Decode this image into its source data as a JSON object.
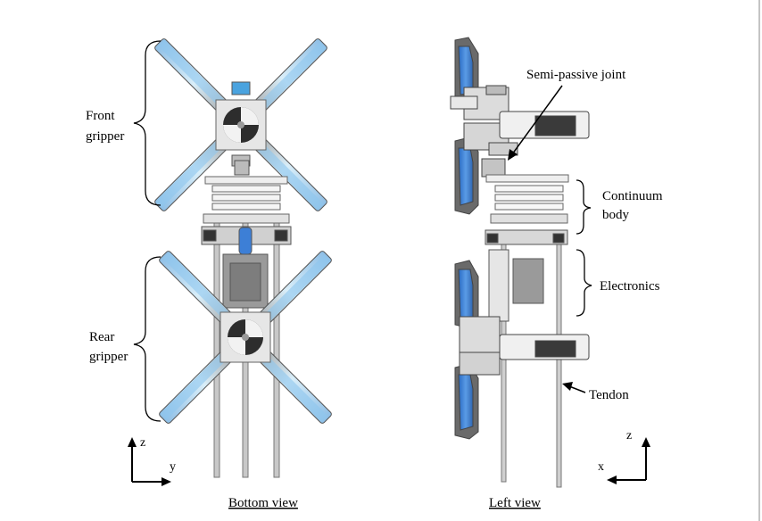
{
  "labels": {
    "front_gripper": [
      "Front",
      "gripper"
    ],
    "rear_gripper": [
      "Rear",
      "gripper"
    ],
    "semi_passive_joint": "Semi-passive joint",
    "continuum_body": [
      "Continuum",
      "body"
    ],
    "electronics": "Electronics",
    "tendon": "Tendon"
  },
  "captions": {
    "bottom_view": "Bottom view",
    "left_view": "Left view"
  },
  "axes": {
    "bottom": {
      "vertical": "z",
      "horizontal": "y"
    },
    "left": {
      "vertical": "z",
      "horizontal": "x"
    }
  },
  "colors": {
    "finger_blue": "#3d7fd6",
    "finger_light": "#cfe9f6",
    "metal": "#d4d4d4",
    "dark": "#3a3a3a",
    "outline": "#555555"
  }
}
